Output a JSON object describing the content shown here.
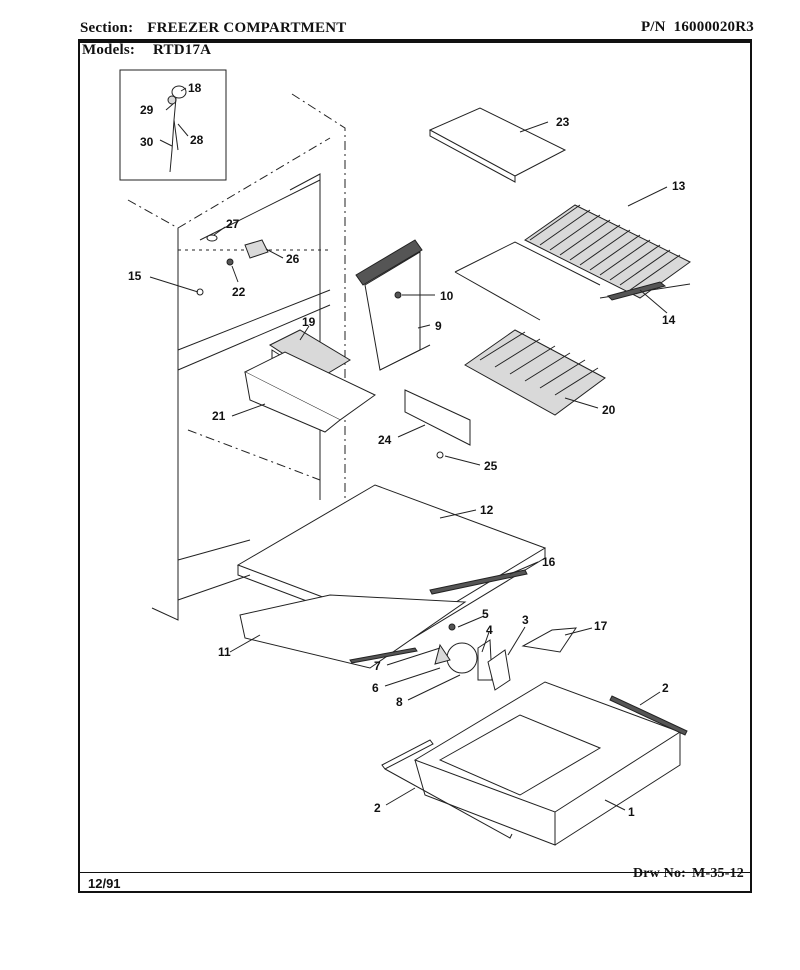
{
  "header": {
    "section_label": "Section:",
    "section_value": "FREEZER COMPARTMENT",
    "pn_label": "P/N",
    "pn_value": "16000020R3",
    "models_label": "Models:",
    "models_value": "RTD17A"
  },
  "footer": {
    "date": "12/91",
    "drawing_label": "Drw No:",
    "drawing_value": "M-35-12"
  },
  "callouts": {
    "c1": "1",
    "c2a": "2",
    "c2b": "2",
    "c3": "3",
    "c4": "4",
    "c5": "5",
    "c6": "6",
    "c7": "7",
    "c8": "8",
    "c9": "9",
    "c10": "10",
    "c11": "11",
    "c12": "12",
    "c13": "13",
    "c14": "14",
    "c15": "15",
    "c16": "16",
    "c17": "17",
    "c18": "18",
    "c19": "19",
    "c20": "20",
    "c21": "21",
    "c22": "22",
    "c23": "23",
    "c24": "24",
    "c25": "25",
    "c26": "26",
    "c27": "27",
    "c28": "28",
    "c29": "29",
    "c30": "30"
  }
}
